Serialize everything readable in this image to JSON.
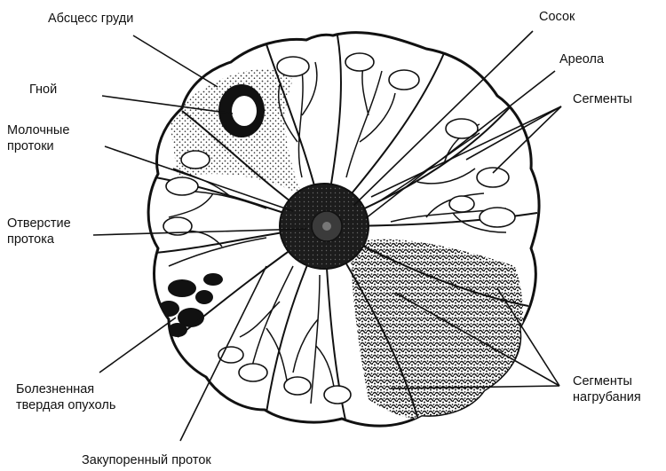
{
  "colors": {
    "ink": "#111111",
    "paper": "#ffffff",
    "areola": "#1c1c1c",
    "dense_tissue": "#3a3a3a"
  },
  "labels": {
    "breast_abscess": "Абсцесс груди",
    "pus": "Гной",
    "milk_ducts": [
      "Молочные",
      "протоки"
    ],
    "duct_opening": [
      "Отверстие",
      "протока"
    ],
    "diseased_tumor": [
      "Болезненная",
      "твердая опухоль"
    ],
    "blocked_duct": "Закупоренный проток",
    "nipple": "Сосок",
    "areola": "Ареола",
    "segments": "Сегменты",
    "engorged_segments": [
      "Сегменты",
      "нагрубания"
    ]
  }
}
